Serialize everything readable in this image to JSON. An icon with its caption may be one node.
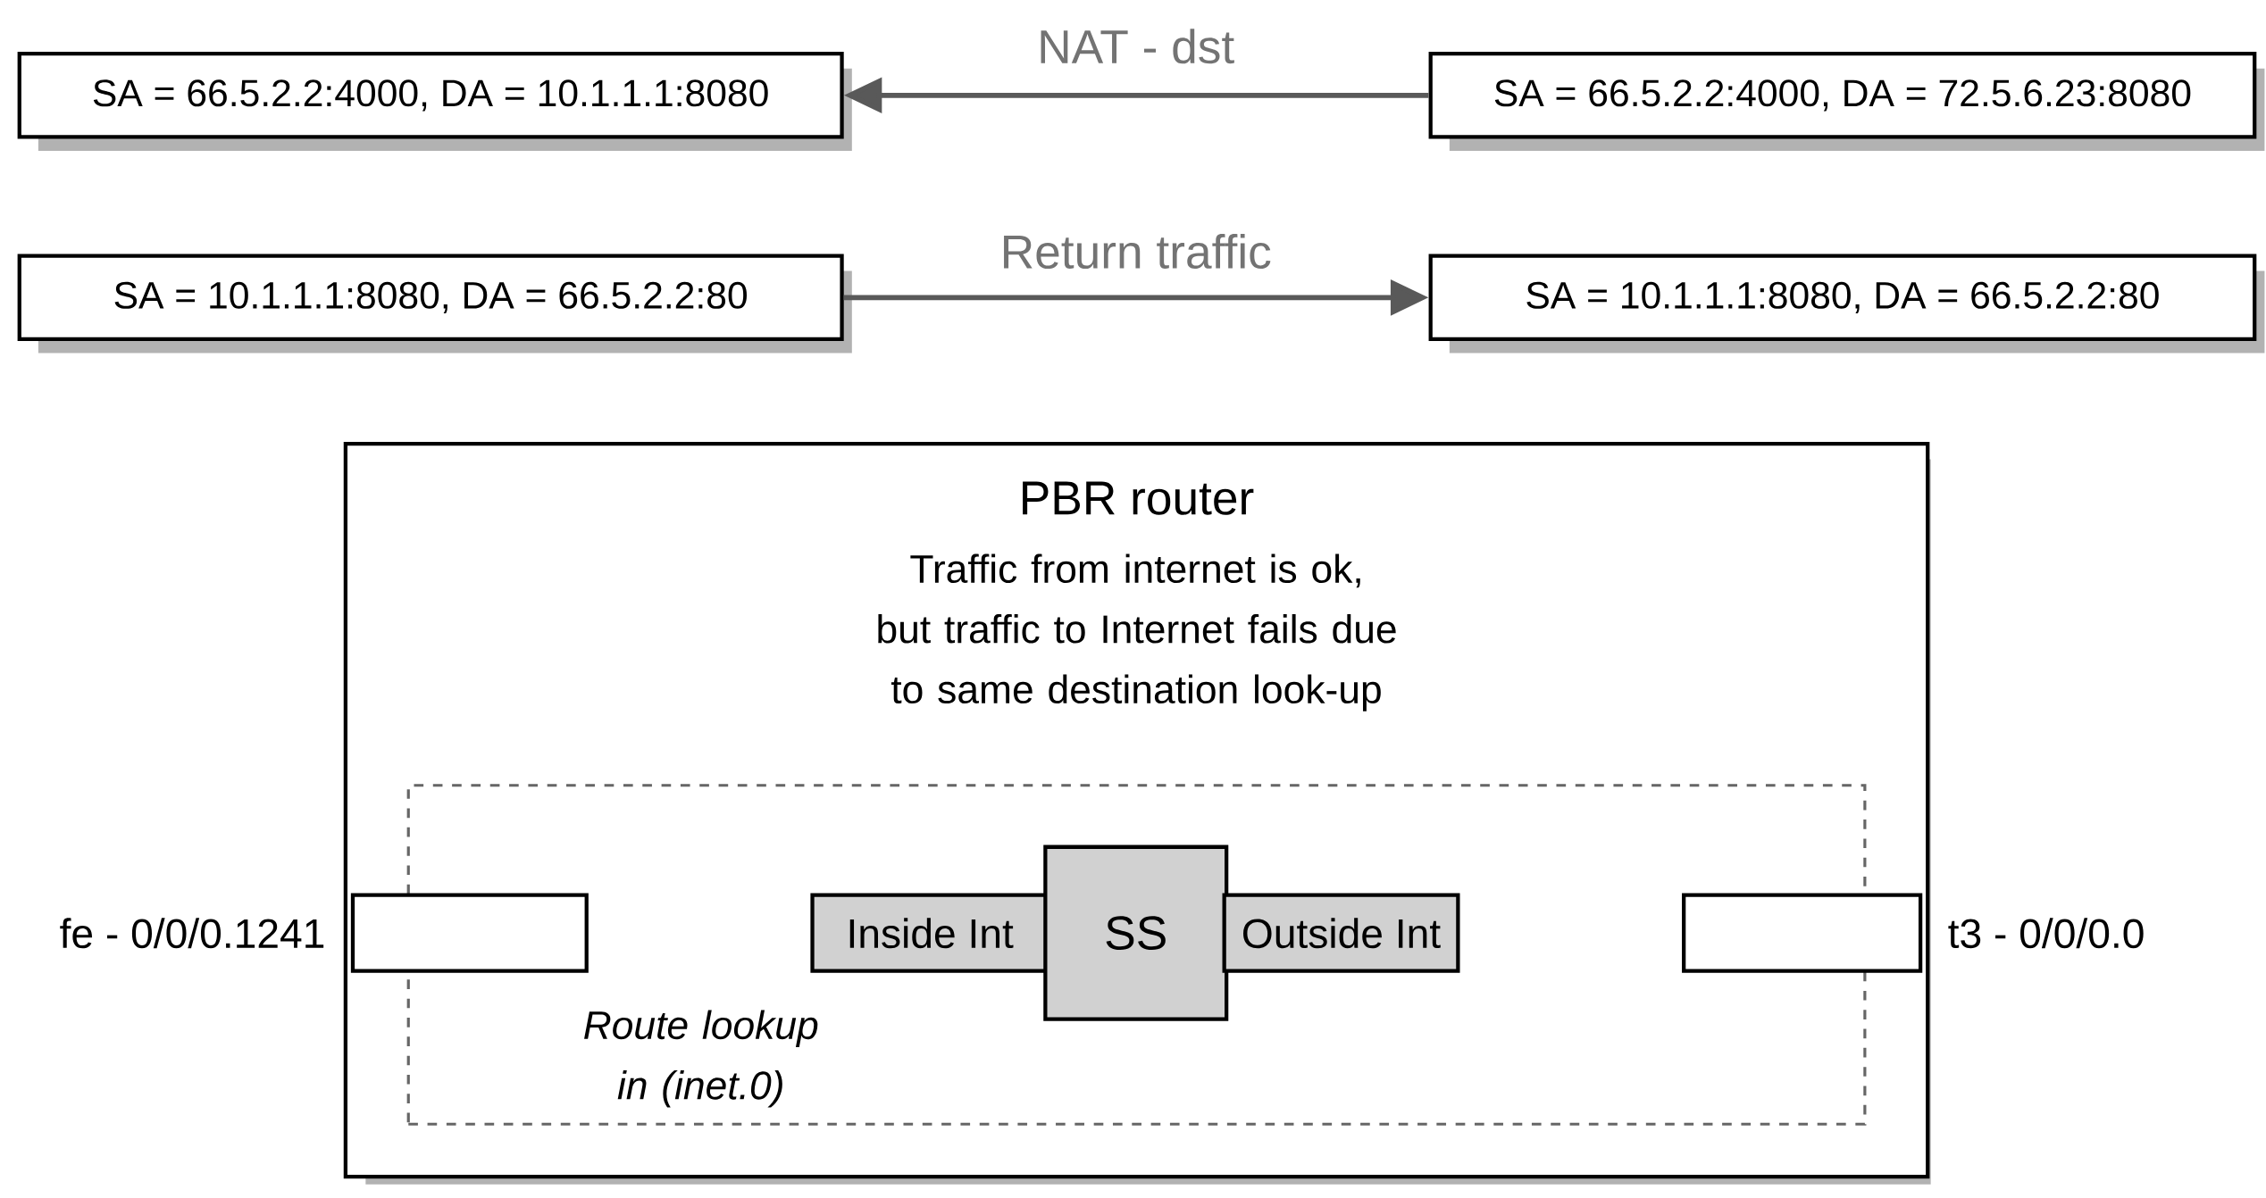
{
  "diagram": {
    "nodes": [
      {
        "text": [
          "SA = 66.5.2.2:4000, DA = 10.1.1.1:8080"
        ]
      },
      {
        "text": [
          "SA = 66.5.2.2:4000, DA = 72.5.6.23:8080"
        ]
      },
      {
        "text": [
          "SA = 10.1.1.1:8080, DA = 66.5.2.2:80"
        ]
      },
      {
        "text": [
          "SA = 10.1.1.1:8080, DA = 66.5.2.2:80"
        ]
      },
      {
        "text": [
          "PBR router",
          "Traffic from internet is ok, but traffic to Internet fails due to same destination look-up"
        ]
      },
      {
        "text": [
          "Route lookup in (inet.0)"
        ],
        "in": 4
      },
      {
        "text": [],
        "shape": "box",
        "beside": [
          "fe - 0/0/0.1241"
        ],
        "in": 4
      },
      {
        "text": [
          "Inside Int"
        ],
        "in": 5
      },
      {
        "text": [
          "SS"
        ],
        "in": 5
      },
      {
        "text": [
          "Outside Int"
        ],
        "in": 5
      },
      {
        "text": [],
        "shape": "box",
        "beside": [
          "t3 - 0/0/0.0"
        ],
        "in": 4
      }
    ],
    "edges": [
      {
        "from": 1,
        "to": 0,
        "arrow": "to",
        "label": "NAT - dst"
      },
      {
        "from": 2,
        "to": 3,
        "arrow": "to",
        "label": "Return traffic"
      }
    ]
  }
}
